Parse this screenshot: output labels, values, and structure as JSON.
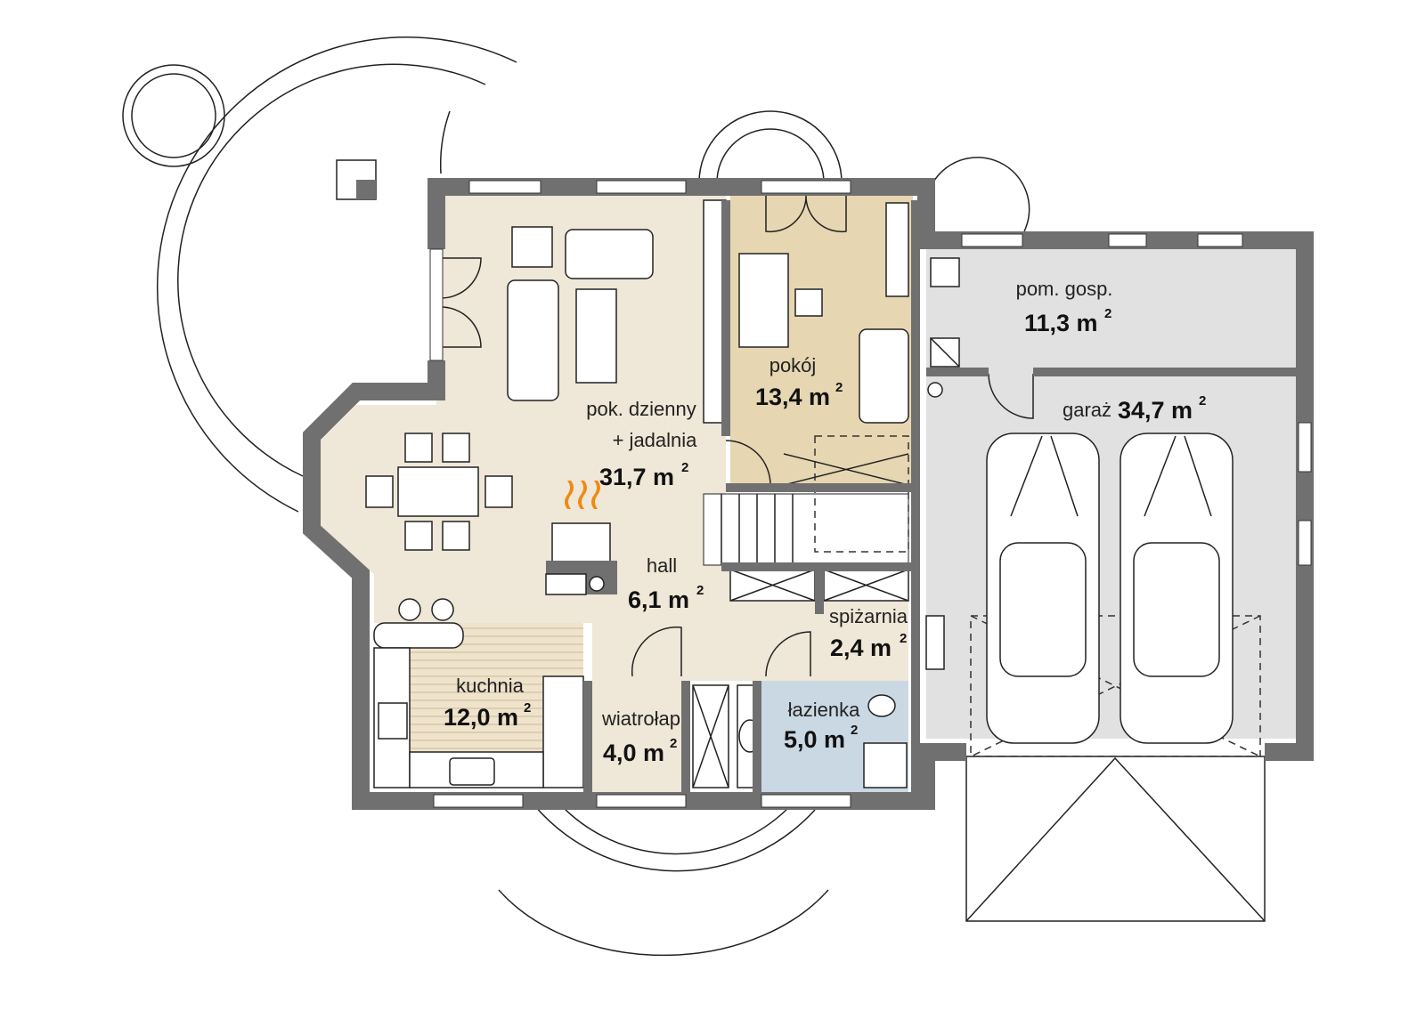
{
  "colors": {
    "living": "#efe7d7",
    "room": "#e6d6b1",
    "garage": "#e1e1e1",
    "bathroom": "#cad8e4",
    "wall": "#707070",
    "fire": "#f08a12"
  },
  "rooms": [
    {
      "name": "pok. dzienny",
      "name2": "+ jadalnia",
      "area": "31,7 m",
      "sup": "2"
    },
    {
      "name": "pokój",
      "area": "13,4 m",
      "sup": "2"
    },
    {
      "name": "pom. gosp.",
      "area": "11,3 m",
      "sup": "2"
    },
    {
      "name": "garaż",
      "area": "34,7 m",
      "sup": "2"
    },
    {
      "name": "hall",
      "area": "6,1 m",
      "sup": "2"
    },
    {
      "name": "spiżarnia",
      "area": "2,4 m",
      "sup": "2"
    },
    {
      "name": "kuchnia",
      "area": "12,0 m",
      "sup": "2"
    },
    {
      "name": "wiatrołap",
      "area": "4,0 m",
      "sup": "2"
    },
    {
      "name": "łazienka",
      "area": "5,0 m",
      "sup": "2"
    }
  ]
}
